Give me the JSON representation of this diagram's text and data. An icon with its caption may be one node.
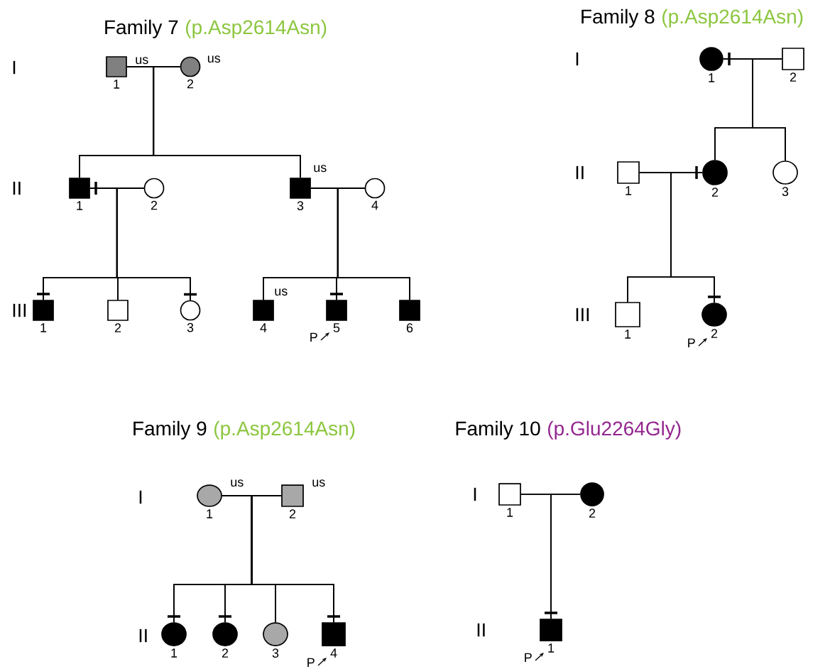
{
  "diagram": {
    "nodes": [
      {
        "text": [],
        "shape": "box",
        "beside": [
          "1",
          "us"
        ]
      },
      {
        "text": [],
        "shape": "circle",
        "beside": [
          "2",
          "us"
        ]
      },
      {
        "text": [],
        "shape": "box",
        "beside": [
          "1"
        ]
      },
      {
        "text": [],
        "shape": "circle",
        "beside": [
          "2"
        ]
      },
      {
        "text": [],
        "shape": "box",
        "beside": [
          "3",
          "us"
        ]
      },
      {
        "text": [],
        "shape": "circle",
        "beside": [
          "4"
        ]
      },
      {
        "text": [],
        "shape": "box",
        "beside": [
          "1"
        ]
      },
      {
        "text": [],
        "shape": "box",
        "beside": [
          "2"
        ]
      },
      {
        "text": [],
        "shape": "circle",
        "beside": [
          "3"
        ]
      },
      {
        "text": [],
        "shape": "box",
        "beside": [
          "4",
          "us"
        ]
      },
      {
        "text": [],
        "shape": "box",
        "beside": [
          "5",
          "P"
        ]
      },
      {
        "text": [],
        "shape": "box",
        "beside": [
          "6"
        ]
      },
      {
        "text": [],
        "shape": "circle",
        "beside": [
          "1"
        ]
      },
      {
        "text": [],
        "shape": "box",
        "beside": [
          "2"
        ]
      },
      {
        "text": [],
        "shape": "box",
        "beside": [
          "1"
        ]
      },
      {
        "text": [],
        "shape": "circle",
        "beside": [
          "2"
        ]
      },
      {
        "text": [],
        "shape": "circle",
        "beside": [
          "3"
        ]
      },
      {
        "text": [],
        "shape": "box",
        "beside": [
          "1"
        ]
      },
      {
        "text": [],
        "shape": "circle",
        "beside": [
          "2",
          "P"
        ]
      },
      {
        "text": [],
        "shape": "circle",
        "beside": [
          "1",
          "us"
        ]
      },
      {
        "text": [],
        "shape": "box",
        "beside": [
          "2",
          "us"
        ]
      },
      {
        "text": [],
        "shape": "circle",
        "beside": [
          "1"
        ]
      },
      {
        "text": [],
        "shape": "circle",
        "beside": [
          "2"
        ]
      },
      {
        "text": [],
        "shape": "circle",
        "beside": [
          "3"
        ]
      },
      {
        "text": [],
        "shape": "box",
        "beside": [
          "4",
          "P"
        ]
      },
      {
        "text": [],
        "shape": "box",
        "beside": [
          "1"
        ]
      },
      {
        "text": [],
        "shape": "circle",
        "beside": [
          "2"
        ]
      },
      {
        "text": [],
        "shape": "box",
        "beside": [
          "1",
          "P"
        ]
      }
    ],
    "edges": [
      {
        "from": 0,
        "to": 1,
        "arrow": "none"
      },
      {
        "from": 2,
        "to": 3,
        "arrow": "none"
      },
      {
        "from": 4,
        "to": 5,
        "arrow": "none"
      },
      {
        "from": 12,
        "to": 13,
        "arrow": "none"
      },
      {
        "from": 14,
        "to": 15,
        "arrow": "none"
      },
      {
        "from": 19,
        "to": 20,
        "arrow": "none"
      },
      {
        "from": 25,
        "to": 26,
        "arrow": "none"
      },
      {
        "from": 0,
        "to": 2,
        "arrow": "none"
      },
      {
        "from": 1,
        "to": 2,
        "arrow": "none"
      },
      {
        "from": 0,
        "to": 4,
        "arrow": "none"
      },
      {
        "from": 1,
        "to": 4,
        "arrow": "none"
      },
      {
        "from": 2,
        "to": 6,
        "arrow": "none"
      },
      {
        "from": 3,
        "to": 6,
        "arrow": "none"
      },
      {
        "from": 2,
        "to": 7,
        "arrow": "none"
      },
      {
        "from": 3,
        "to": 7,
        "arrow": "none"
      },
      {
        "from": 2,
        "to": 8,
        "arrow": "none"
      },
      {
        "from": 3,
        "to": 8,
        "arrow": "none"
      },
      {
        "from": 4,
        "to": 9,
        "arrow": "none"
      },
      {
        "from": 5,
        "to": 9,
        "arrow": "none"
      },
      {
        "from": 4,
        "to": 10,
        "arrow": "none"
      },
      {
        "from": 5,
        "to": 10,
        "arrow": "none"
      },
      {
        "from": 4,
        "to": 11,
        "arrow": "none"
      },
      {
        "from": 5,
        "to": 11,
        "arrow": "none"
      },
      {
        "from": 12,
        "to": 15,
        "arrow": "none"
      },
      {
        "from": 13,
        "to": 15,
        "arrow": "none"
      },
      {
        "from": 12,
        "to": 16,
        "arrow": "none"
      },
      {
        "from": 13,
        "to": 16,
        "arrow": "none"
      },
      {
        "from": 14,
        "to": 17,
        "arrow": "none"
      },
      {
        "from": 15,
        "to": 17,
        "arrow": "none"
      },
      {
        "from": 14,
        "to": 18,
        "arrow": "none"
      },
      {
        "from": 15,
        "to": 18,
        "arrow": "none"
      },
      {
        "from": 19,
        "to": 21,
        "arrow": "none"
      },
      {
        "from": 20,
        "to": 21,
        "arrow": "none"
      },
      {
        "from": 19,
        "to": 22,
        "arrow": "none"
      },
      {
        "from": 20,
        "to": 22,
        "arrow": "none"
      },
      {
        "from": 19,
        "to": 23,
        "arrow": "none"
      },
      {
        "from": 20,
        "to": 23,
        "arrow": "none"
      },
      {
        "from": 19,
        "to": 24,
        "arrow": "none"
      },
      {
        "from": 20,
        "to": 24,
        "arrow": "none"
      },
      {
        "from": 25,
        "to": 27,
        "arrow": "none"
      },
      {
        "from": 26,
        "to": 27,
        "arrow": "none"
      }
    ],
    "labels": [
      "Family 7",
      "(p.Asp2614Asn)",
      "I",
      "II",
      "III",
      "Family 8",
      "(p.Asp2614Asn)",
      "I",
      "II",
      "III",
      "Family 9",
      "(p.Asp2614Asn)",
      "I",
      "II",
      "Family 10",
      "(p.Glu2264Gly)",
      "I",
      "II"
    ]
  }
}
